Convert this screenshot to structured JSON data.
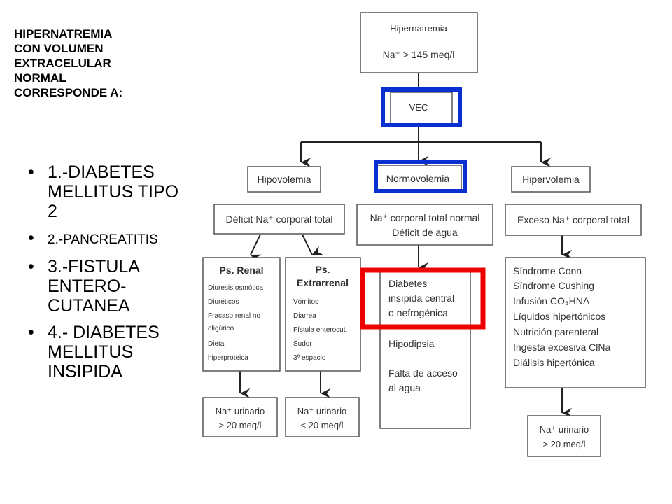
{
  "question": "HIPERNATREMIA\nCON VOLUMEN\nEXTRACELULAR\nNORMAL\nCORRESPONDE A:",
  "options": [
    {
      "bullet": "•",
      "text": "1.-DIABETES MELLITUS TIPO 2"
    },
    {
      "bullet": "•",
      "text": "2.-PANCREATITIS"
    },
    {
      "bullet": "•",
      "text": "3.-FISTULA ENTERO-CUTANEA"
    },
    {
      "bullet": "•",
      "text": "4.- DIABETES MELLITUS INSIPIDA"
    }
  ],
  "flowchart": {
    "root": {
      "title": "Hipernatremia",
      "condition": "Na⁺ > 145 meq/l"
    },
    "vec": "VEC",
    "hipovolemia": {
      "title": "Hipovolemia",
      "desc": "Déficit Na⁺ corporal total",
      "renal": {
        "title": "Ps. Renal",
        "items": [
          "Diuresis osmótica",
          "Diuréticos",
          "Fracaso renal no",
          "oligúrico",
          "Dieta",
          "hiperproteica"
        ],
        "result": [
          "Na⁺ urinario",
          "> 20 meq/l"
        ]
      },
      "extrarrenal": {
        "title": [
          "Ps.",
          "Extrarrenal"
        ],
        "items": [
          "Vómitos",
          "Diarrea",
          "Fístula enterocut.",
          "Sudor",
          "3º espacio"
        ],
        "result": [
          "Na⁺ urinario",
          "< 20 meq/l"
        ]
      }
    },
    "normovolemia": {
      "title": "Normovolemia",
      "desc": [
        "Na⁺ corporal total normal",
        "Déficit de agua"
      ],
      "causes": [
        "Diabetes",
        "insípida central",
        "o nefrogénica",
        "",
        "Hipodipsia",
        "",
        "Falta de acceso",
        "al agua"
      ]
    },
    "hipervolemia": {
      "title": "Hipervolemia",
      "desc": "Exceso  Na⁺ corporal total",
      "causes": [
        "Síndrome  Conn",
        "Síndrome  Cushing",
        "Infusión CO₃HNA",
        "Líquidos hipertónicos",
        "Nutrición parenteral",
        "Ingesta excesiva ClNa",
        "Diálisis hipertónica"
      ],
      "result": [
        "Na⁺ urinario",
        "> 20 meq/l"
      ]
    }
  },
  "colors": {
    "highlight_blue": "#0a2fd0",
    "highlight_red": "#ee0000",
    "box_border": "#555555",
    "arrow": "#222222"
  }
}
